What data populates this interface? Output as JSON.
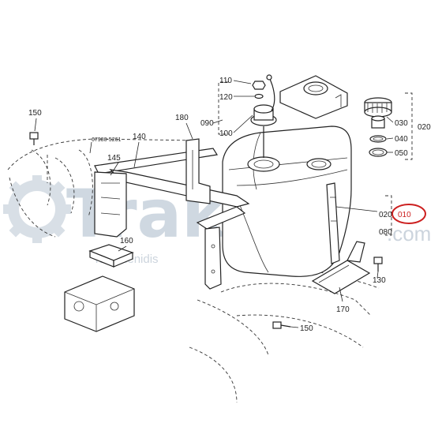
{
  "watermark": {
    "brand": "Trakter",
    "domain": ".com",
    "company": "Tsagalenidis",
    "color": "#a9b9c9"
  },
  "highlight": {
    "label": "010",
    "color": "#cc1f1f"
  },
  "part_labels": {
    "p110": "110",
    "p120": "120",
    "p090": "090",
    "p100": "100",
    "p150_top": "150",
    "p150_bottom": "150",
    "p180": "180",
    "p140": "140",
    "p145": "145",
    "p160": "160",
    "p030": "030",
    "p040": "040",
    "p050": "050",
    "p020_right": "020",
    "p020": "020",
    "p080": "080",
    "p130": "130",
    "p170": "170"
  },
  "ref_number": "67980-5261"
}
